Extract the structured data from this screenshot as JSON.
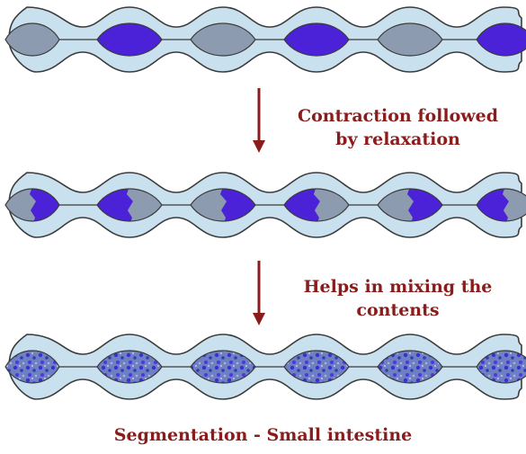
{
  "captions": {
    "step1_line1": "Contraction followed",
    "step1_line2": "by relaxation",
    "step2_line1": "Helps in mixing the",
    "step2_line2": "contents"
  },
  "title": "Segmentation - Small intestine",
  "colors": {
    "wall_outer": "#c9e1ee",
    "wall_stroke": "#3b3b3b",
    "content_blue": "#4b22d8",
    "content_gray": "#8d9bb0",
    "mixed_blue": "#3f4bb8",
    "arrow": "#8a1c1c",
    "text": "#8a1c1c"
  }
}
